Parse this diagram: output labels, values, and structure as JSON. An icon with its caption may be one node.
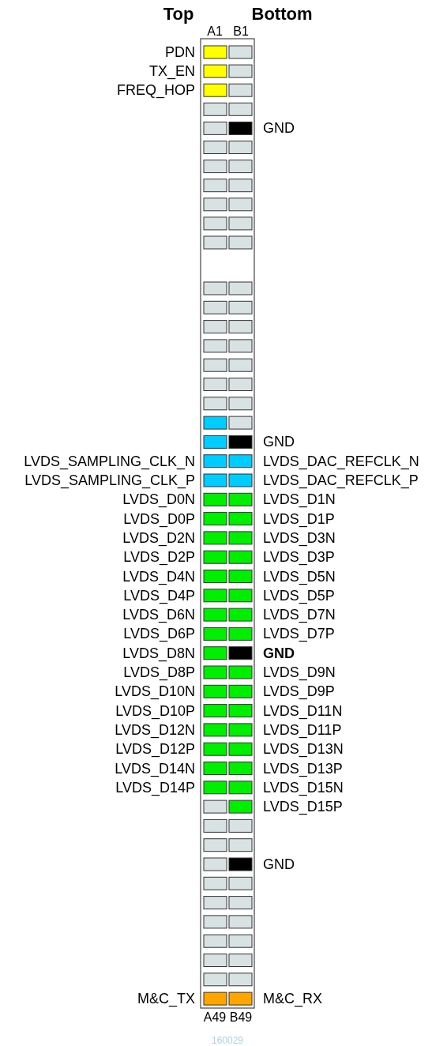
{
  "diagram": {
    "labels": [
      "Top",
      "Bottom",
      "A1",
      "B1",
      "PDN",
      "TX_EN",
      "FREQ_HOP",
      "GND",
      "GND",
      "LVDS_SAMPLING_CLK_N",
      "LVDS_DAC_REFCLK_N",
      "LVDS_SAMPLING_CLK_P",
      "LVDS_DAC_REFCLK_P",
      "LVDS_D0N",
      "LVDS_D1N",
      "LVDS_D0P",
      "LVDS_D1P",
      "LVDS_D2N",
      "LVDS_D3N",
      "LVDS_D2P",
      "LVDS_D3P",
      "LVDS_D4N",
      "LVDS_D5N",
      "LVDS_D4P",
      "LVDS_D5P",
      "LVDS_D6N",
      "LVDS_D7N",
      "LVDS_D6P",
      "LVDS_D7P",
      "LVDS_D8N",
      "GND",
      "LVDS_D8P",
      "LVDS_D9N",
      "LVDS_D10N",
      "LVDS_D9P",
      "LVDS_D10P",
      "LVDS_D11N",
      "LVDS_D12N",
      "LVDS_D11P",
      "LVDS_D12P",
      "LVDS_D13N",
      "LVDS_D14N",
      "LVDS_D13P",
      "LVDS_D14P",
      "LVDS_D15N",
      "LVDS_D15P",
      "GND",
      "M&C_TX",
      "M&C_RX",
      "A49",
      "B49",
      "160029"
    ]
  }
}
